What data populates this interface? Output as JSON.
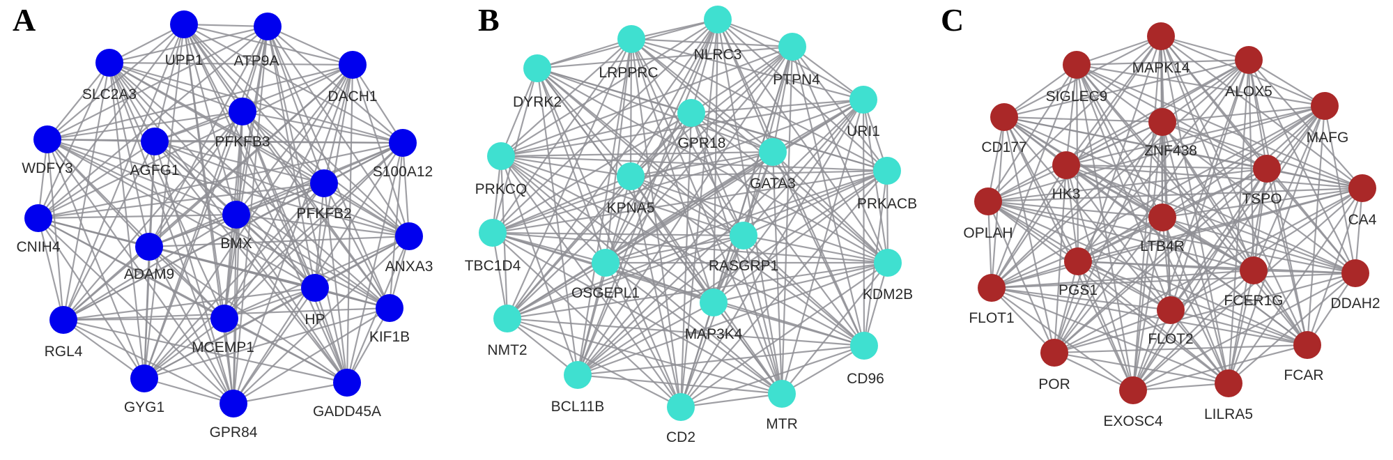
{
  "colors": {
    "panel_a_node": "#0000ee",
    "panel_b_node": "#3fe0d0",
    "panel_c_node": "#aa2828",
    "edge": "#8e8e94"
  },
  "panels": [
    {
      "letter": "A",
      "node_color_key": "panel_a_node",
      "nodes": [
        {
          "id": "UPP1",
          "label": "UPP1"
        },
        {
          "id": "ATP9A",
          "label": "ATP9A"
        },
        {
          "id": "SLC2A3",
          "label": "SLC2A3"
        },
        {
          "id": "DACH1",
          "label": "DACH1"
        },
        {
          "id": "PFKFB3",
          "label": "PFKFB3"
        },
        {
          "id": "AGFG1",
          "label": "AGFG1"
        },
        {
          "id": "WDFY3",
          "label": "WDFY3"
        },
        {
          "id": "S100A12",
          "label": "S100A12"
        },
        {
          "id": "PFKFB2",
          "label": "PFKFB2"
        },
        {
          "id": "CNIH4",
          "label": "CNIH4"
        },
        {
          "id": "BMX",
          "label": "BMX"
        },
        {
          "id": "ADAM9",
          "label": "ADAM9"
        },
        {
          "id": "ANXA3",
          "label": "ANXA3"
        },
        {
          "id": "HP",
          "label": "HP"
        },
        {
          "id": "MCEMP1",
          "label": "MCEMP1"
        },
        {
          "id": "KIF1B",
          "label": "KIF1B"
        },
        {
          "id": "RGL4",
          "label": "RGL4"
        },
        {
          "id": "GYG1",
          "label": "GYG1"
        },
        {
          "id": "GPR84",
          "label": "GPR84"
        },
        {
          "id": "GADD45A",
          "label": "GADD45A"
        }
      ]
    },
    {
      "letter": "B",
      "node_color_key": "panel_b_node",
      "nodes": [
        {
          "id": "NLRC3",
          "label": "NLRC3"
        },
        {
          "id": "LRPPRC",
          "label": "LRPPRC"
        },
        {
          "id": "PTPN4",
          "label": "PTPN4"
        },
        {
          "id": "DYRK2",
          "label": "DYRK2"
        },
        {
          "id": "URI1",
          "label": "URI1"
        },
        {
          "id": "GPR18",
          "label": "GPR18"
        },
        {
          "id": "GATA3",
          "label": "GATA3"
        },
        {
          "id": "PRKCQ",
          "label": "PRKCQ"
        },
        {
          "id": "PRKACB",
          "label": "PRKACB"
        },
        {
          "id": "KPNA5",
          "label": "KPNA5"
        },
        {
          "id": "TBC1D4",
          "label": "TBC1D4"
        },
        {
          "id": "RASGRP1",
          "label": "RASGRP1"
        },
        {
          "id": "OSGEPL1",
          "label": "OSGEPL1"
        },
        {
          "id": "KDM2B",
          "label": "KDM2B"
        },
        {
          "id": "MAP3K4",
          "label": "MAP3K4"
        },
        {
          "id": "NMT2",
          "label": "NMT2"
        },
        {
          "id": "CD96",
          "label": "CD96"
        },
        {
          "id": "BCL11B",
          "label": "BCL11B"
        },
        {
          "id": "MTR",
          "label": "MTR"
        },
        {
          "id": "CD2",
          "label": "CD2"
        }
      ]
    },
    {
      "letter": "C",
      "node_color_key": "panel_c_node",
      "nodes": [
        {
          "id": "MAPK14",
          "label": "MAPK14"
        },
        {
          "id": "SIGLEC9",
          "label": "SIGLEC9"
        },
        {
          "id": "ALOX5",
          "label": "ALOX5"
        },
        {
          "id": "CD177",
          "label": "CD177"
        },
        {
          "id": "MAFG",
          "label": "MAFG"
        },
        {
          "id": "ZNF438",
          "label": "ZNF438"
        },
        {
          "id": "HK3",
          "label": "HK3"
        },
        {
          "id": "TSPO",
          "label": "TSPO"
        },
        {
          "id": "OPLAH",
          "label": "OPLAH"
        },
        {
          "id": "CA4",
          "label": "CA4"
        },
        {
          "id": "LTB4R",
          "label": "LTB4R"
        },
        {
          "id": "PGS1",
          "label": "PGS1"
        },
        {
          "id": "FCER1G",
          "label": "FCER1G"
        },
        {
          "id": "FLOT1",
          "label": "FLOT1"
        },
        {
          "id": "DDAH2",
          "label": "DDAH2"
        },
        {
          "id": "FLOT2",
          "label": "FLOT2"
        },
        {
          "id": "POR",
          "label": "POR"
        },
        {
          "id": "FCAR",
          "label": "FCAR"
        },
        {
          "id": "EXOSC4",
          "label": "EXOSC4"
        },
        {
          "id": "LILRA5",
          "label": "LILRA5"
        }
      ]
    }
  ]
}
